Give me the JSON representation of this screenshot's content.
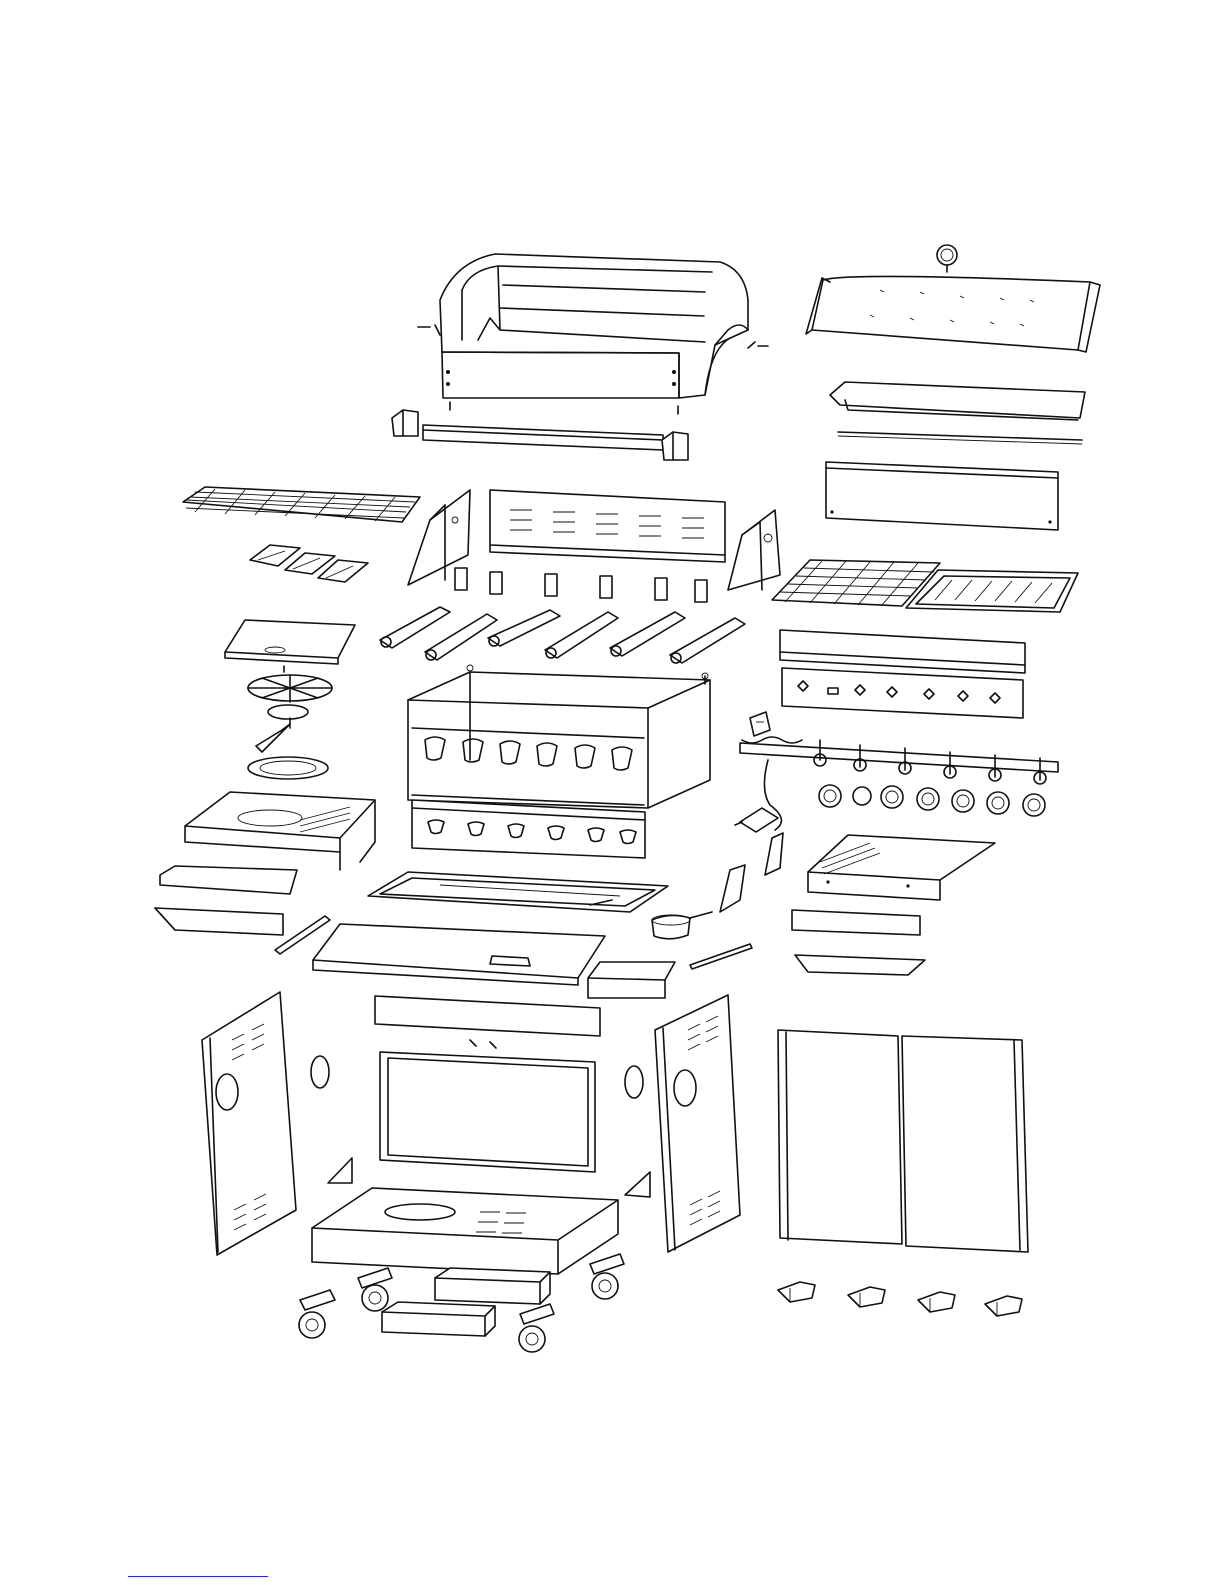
{
  "footer": {
    "link_rule_color": "#2b2bd6"
  },
  "parts": [
    "grill-hood",
    "hood-handle",
    "hood-end-caps",
    "heat-shield-top",
    "warming-rack",
    "flame-tamers",
    "firebox-side-panels",
    "firebox-back-panel",
    "burner-brackets",
    "main-burners",
    "cooking-grate",
    "griddle-plate",
    "control-panel",
    "manifold-and-valves",
    "ignition-module",
    "control-knobs",
    "side-burner-lid",
    "side-burner-grate",
    "side-burner",
    "side-burner-drip-tray",
    "side-burner-table",
    "side-shelf",
    "firebox",
    "firebox-front-panel",
    "grease-tray",
    "grease-cup",
    "bottom-shelf",
    "cart-side-panels",
    "cart-back-panel",
    "cart-base",
    "doors",
    "door-hinges",
    "casters"
  ]
}
